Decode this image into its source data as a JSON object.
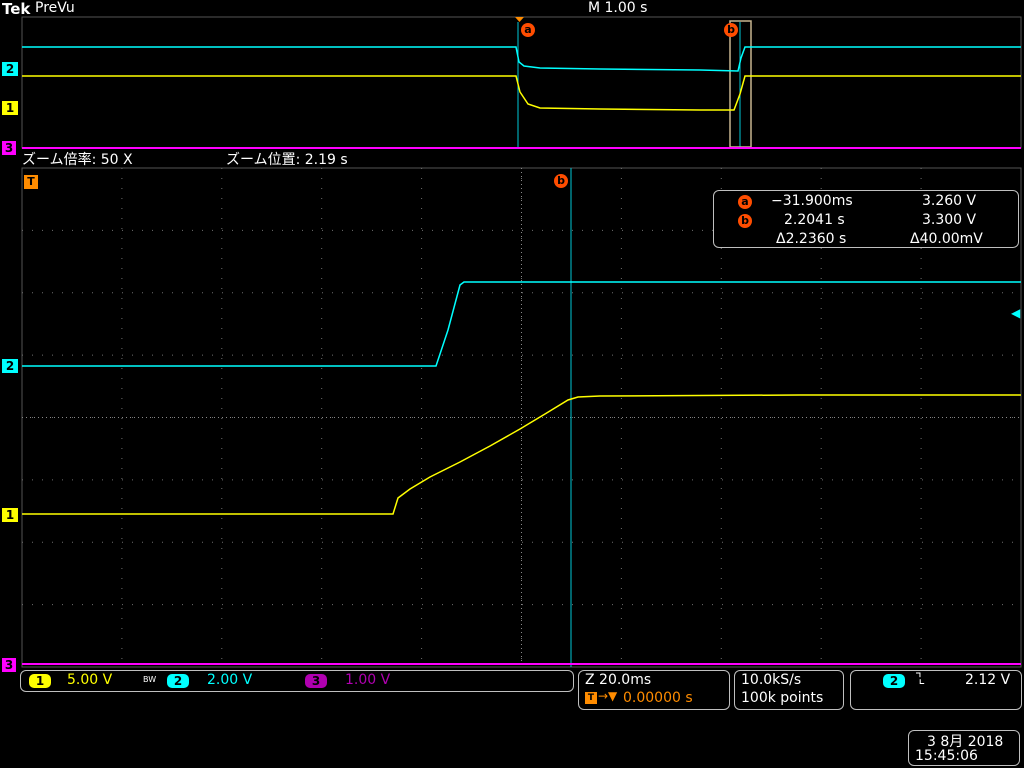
{
  "header": {
    "brand": "Tek",
    "mode": "PreVu",
    "timebase": "M 1.00 s"
  },
  "zoom": {
    "factor_label": "ズーム倍率: 50 X",
    "position_label": "ズーム位置: 2.19 s"
  },
  "channel_markers": {
    "ch1": "1",
    "ch2": "2",
    "ch3": "3",
    "trigger": "T"
  },
  "cursors": {
    "a_label": "a",
    "b_label": "b",
    "a_time": "−31.900ms",
    "a_value": "3.260 V",
    "b_time": "2.2041 s",
    "b_value": "3.300 V",
    "delta_time": "Δ2.2360 s",
    "delta_value": "Δ40.00mV"
  },
  "channels": {
    "ch1": {
      "label": "1",
      "scale": "5.00 V",
      "color": "#ffff00"
    },
    "bw": "BW",
    "ch2": {
      "label": "2",
      "scale": "2.00 V",
      "color": "#00ffff"
    },
    "ch3": {
      "label": "3",
      "scale": "1.00 V",
      "color": "#ff00ff"
    }
  },
  "zoom_timebase": "Z 20.0ms",
  "trigger_position": "0.00000 s",
  "acquisition": {
    "sample_rate": "10.0kS/s",
    "record_length": "100k points"
  },
  "trigger": {
    "channel": "2",
    "slope": "falling",
    "level": "2.12 V"
  },
  "datetime": {
    "date": "3 8月  2018",
    "time": "15:45:06"
  },
  "colors": {
    "ch1": "#ffff00",
    "ch2": "#00ffff",
    "ch3": "#ff00ff",
    "cursor": "#ff4d00",
    "grid": "#7a7a7a"
  }
}
